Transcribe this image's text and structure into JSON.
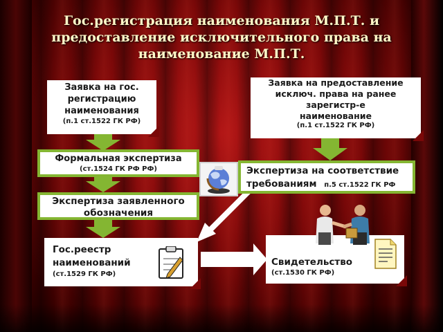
{
  "title": {
    "line1": "Гос.регистрация наименования М.П.Т. и",
    "line2": "предоставление исключительного права на",
    "line3": "наименование М.П.Т."
  },
  "nodes": {
    "application_registration": {
      "lines": [
        "Заявка   на гос.",
        "регистрацию",
        "наименования"
      ],
      "ref": "(п.1 ст.1522 ГК РФ)"
    },
    "application_exclusive": {
      "lines": [
        "Заявка на предоставление",
        "исключ. права на ранее",
        "зарегистр-е",
        "наименование"
      ],
      "ref": "(п.1 ст.1522 ГК РФ)"
    },
    "formal_examination": {
      "main": "Формальная экспертиза",
      "ref": "(ст.1524 ГК РФ РФ)"
    },
    "conformity_examination": {
      "line1": "Экспертиза на соответствие",
      "line2": "требованиям",
      "ref": "п.5 ст.1522 ГК РФ"
    },
    "designation_examination": {
      "line1": "Экспертиза заявленного",
      "line2": "обозначения"
    },
    "state_register": {
      "line1": "Гос.реестр",
      "line2": "наименований",
      "ref": "(ст.1529 ГК РФ)"
    },
    "certificate": {
      "main": "Свидетельство",
      "ref": "(ст.1530 ГК РФ)"
    }
  },
  "colors": {
    "arrow_green": "#84b632",
    "title_text": "#fff8c8",
    "background": "#8b0a0a"
  },
  "icons": [
    "globe-icon",
    "clipboard-icon",
    "document-icon",
    "handshake-people-icon"
  ]
}
